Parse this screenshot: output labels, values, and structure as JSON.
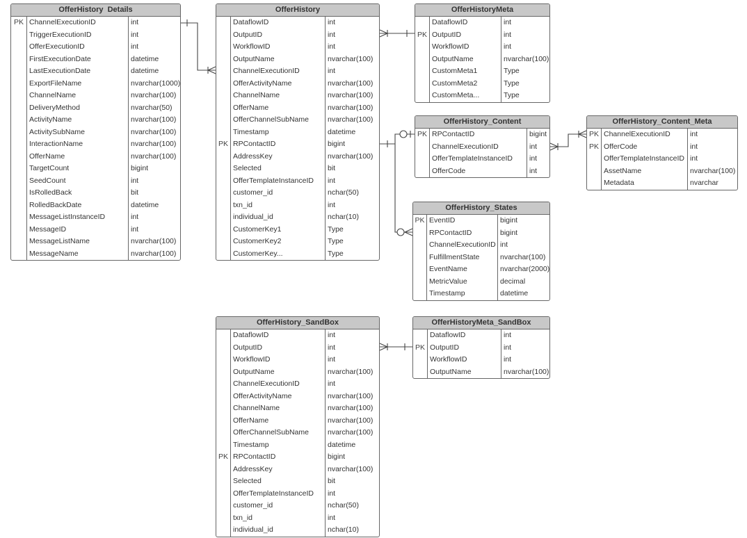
{
  "entities": [
    {
      "id": "offerhistory-details",
      "title": "OfferHistory  Details",
      "fields": [
        {
          "key": "PK",
          "name": "ChannelExecutionID",
          "type": "int"
        },
        {
          "key": "",
          "name": "TriggerExecutionID",
          "type": "int"
        },
        {
          "key": "",
          "name": "OfferExecutionID",
          "type": "int"
        },
        {
          "key": "",
          "name": "FirstExecutionDate",
          "type": "datetime"
        },
        {
          "key": "",
          "name": "LastExecutionDate",
          "type": "datetime"
        },
        {
          "key": "",
          "name": "ExportFileName",
          "type": "nvarchar(1000)"
        },
        {
          "key": "",
          "name": "ChannelName",
          "type": "nvarchar(100)"
        },
        {
          "key": "",
          "name": "DeliveryMethod",
          "type": "nvarchar(50)"
        },
        {
          "key": "",
          "name": "ActivityName",
          "type": "nvarchar(100)"
        },
        {
          "key": "",
          "name": "ActivitySubName",
          "type": "nvarchar(100)"
        },
        {
          "key": "",
          "name": "InteractionName",
          "type": "nvarchar(100)"
        },
        {
          "key": "",
          "name": "OfferName",
          "type": "nvarchar(100)"
        },
        {
          "key": "",
          "name": "TargetCount",
          "type": "bigint"
        },
        {
          "key": "",
          "name": "SeedCount",
          "type": "int"
        },
        {
          "key": "",
          "name": "IsRolledBack",
          "type": "bit"
        },
        {
          "key": "",
          "name": "RolledBackDate",
          "type": "datetime"
        },
        {
          "key": "",
          "name": "MessageListInstanceID",
          "type": "int"
        },
        {
          "key": "",
          "name": "MessageID",
          "type": "int"
        },
        {
          "key": "",
          "name": "MessageListName",
          "type": "nvarchar(100)"
        },
        {
          "key": "",
          "name": "MessageName",
          "type": "nvarchar(100)"
        }
      ]
    },
    {
      "id": "offerhistory",
      "title": "OfferHistory",
      "fields": [
        {
          "key": "",
          "name": "DataflowID",
          "type": "int"
        },
        {
          "key": "",
          "name": "OutputID",
          "type": "int"
        },
        {
          "key": "",
          "name": "WorkflowID",
          "type": "int"
        },
        {
          "key": "",
          "name": "OutputName",
          "type": "nvarchar(100)"
        },
        {
          "key": "",
          "name": "ChannelExecutionID",
          "type": "int"
        },
        {
          "key": "",
          "name": "OfferActivityName",
          "type": "nvarchar(100)"
        },
        {
          "key": "",
          "name": "ChannelName",
          "type": "nvarchar(100)"
        },
        {
          "key": "",
          "name": "OfferName",
          "type": "nvarchar(100)"
        },
        {
          "key": "",
          "name": "OfferChannelSubName",
          "type": "nvarchar(100)"
        },
        {
          "key": "",
          "name": "Timestamp",
          "type": "datetime"
        },
        {
          "key": "PK",
          "name": "RPContactID",
          "type": "bigint"
        },
        {
          "key": "",
          "name": "AddressKey",
          "type": "nvarchar(100)"
        },
        {
          "key": "",
          "name": "Selected",
          "type": "bit"
        },
        {
          "key": "",
          "name": "OfferTemplateInstanceID",
          "type": "int"
        },
        {
          "key": "",
          "name": "customer_id",
          "type": "nchar(50)"
        },
        {
          "key": "",
          "name": "txn_id",
          "type": "int"
        },
        {
          "key": "",
          "name": "individual_id",
          "type": "nchar(10)"
        },
        {
          "key": "",
          "name": "CustomerKey1",
          "type": "Type"
        },
        {
          "key": "",
          "name": "CustomerKey2",
          "type": "Type"
        },
        {
          "key": "",
          "name": "CustomerKey...",
          "type": "Type"
        }
      ]
    },
    {
      "id": "offerhistorymeta",
      "title": "OfferHistoryMeta",
      "fields": [
        {
          "key": "",
          "name": "DataflowID",
          "type": "int"
        },
        {
          "key": "PK",
          "name": "OutputID",
          "type": "int"
        },
        {
          "key": "",
          "name": "WorkflowID",
          "type": "int"
        },
        {
          "key": "",
          "name": "OutputName",
          "type": "nvarchar(100)"
        },
        {
          "key": "",
          "name": "CustomMeta1",
          "type": "Type"
        },
        {
          "key": "",
          "name": "CustomMeta2",
          "type": "Type"
        },
        {
          "key": "",
          "name": "CustomMeta...",
          "type": "Type"
        }
      ]
    },
    {
      "id": "offerhistory-content",
      "title": "OfferHistory_Content",
      "fields": [
        {
          "key": "PK",
          "name": "RPContactID",
          "type": "bigint"
        },
        {
          "key": "",
          "name": "ChannelExecutionID",
          "type": "int"
        },
        {
          "key": "",
          "name": "OfferTemplateInstanceID",
          "type": "int"
        },
        {
          "key": "",
          "name": "OfferCode",
          "type": "int"
        }
      ]
    },
    {
      "id": "offerhistory-content-meta",
      "title": "OfferHistory_Content_Meta",
      "fields": [
        {
          "key": "PK",
          "name": "ChannelExecutionID",
          "type": "int"
        },
        {
          "key": "PK",
          "name": "OfferCode",
          "type": "int"
        },
        {
          "key": "",
          "name": "OfferTemplateInstanceID",
          "type": "int"
        },
        {
          "key": "",
          "name": "AssetName",
          "type": "nvarchar(100)"
        },
        {
          "key": "",
          "name": "Metadata",
          "type": "nvarchar"
        }
      ]
    },
    {
      "id": "offerhistory-states",
      "title": "OfferHistory_States",
      "fields": [
        {
          "key": "PK",
          "name": "EventID",
          "type": "bigint"
        },
        {
          "key": "",
          "name": "RPContactID",
          "type": "bigint"
        },
        {
          "key": "",
          "name": "ChannelExecutionID",
          "type": "int"
        },
        {
          "key": "",
          "name": "FulfillmentState",
          "type": "nvarchar(100)"
        },
        {
          "key": "",
          "name": "EventName",
          "type": "nvarchar(2000)"
        },
        {
          "key": "",
          "name": "MetricValue",
          "type": "decimal"
        },
        {
          "key": "",
          "name": "Timestamp",
          "type": "datetime"
        }
      ]
    },
    {
      "id": "offerhistory-sandbox",
      "title": "OfferHistory_SandBox",
      "fields": [
        {
          "key": "",
          "name": "DataflowID",
          "type": "int"
        },
        {
          "key": "",
          "name": "OutputID",
          "type": "int"
        },
        {
          "key": "",
          "name": "WorkflowID",
          "type": "int"
        },
        {
          "key": "",
          "name": "OutputName",
          "type": "nvarchar(100)"
        },
        {
          "key": "",
          "name": "ChannelExecutionID",
          "type": "int"
        },
        {
          "key": "",
          "name": "OfferActivityName",
          "type": "nvarchar(100)"
        },
        {
          "key": "",
          "name": "ChannelName",
          "type": "nvarchar(100)"
        },
        {
          "key": "",
          "name": "OfferName",
          "type": "nvarchar(100)"
        },
        {
          "key": "",
          "name": "OfferChannelSubName",
          "type": "nvarchar(100)"
        },
        {
          "key": "",
          "name": "Timestamp",
          "type": "datetime"
        },
        {
          "key": "PK",
          "name": "RPContactID",
          "type": "bigint"
        },
        {
          "key": "",
          "name": "AddressKey",
          "type": "nvarchar(100)"
        },
        {
          "key": "",
          "name": "Selected",
          "type": "bit"
        },
        {
          "key": "",
          "name": "OfferTemplateInstanceID",
          "type": "int"
        },
        {
          "key": "",
          "name": "customer_id",
          "type": "nchar(50)"
        },
        {
          "key": "",
          "name": "txn_id",
          "type": "int"
        },
        {
          "key": "",
          "name": "individual_id",
          "type": "nchar(10)"
        }
      ]
    },
    {
      "id": "offerhistorymeta-sandbox",
      "title": "OfferHistoryMeta_SandBox",
      "fields": [
        {
          "key": "",
          "name": "DataflowID",
          "type": "int"
        },
        {
          "key": "PK",
          "name": "OutputID",
          "type": "int"
        },
        {
          "key": "",
          "name": "WorkflowID",
          "type": "int"
        },
        {
          "key": "",
          "name": "OutputName",
          "type": "nvarchar(100)"
        }
      ]
    }
  ],
  "relationships": [
    {
      "from": "offerhistory-details",
      "to": "offerhistory",
      "cardinality": "one-to-many"
    },
    {
      "from": "offerhistory",
      "to": "offerhistorymeta",
      "cardinality": "many-to-one"
    },
    {
      "from": "offerhistory",
      "to": "offerhistory-content",
      "cardinality": "one-to-zero-or-one"
    },
    {
      "from": "offerhistory",
      "to": "offerhistory-states",
      "cardinality": "one-to-zero-or-many"
    },
    {
      "from": "offerhistory-content",
      "to": "offerhistory-content-meta",
      "cardinality": "many-to-many"
    },
    {
      "from": "offerhistory-sandbox",
      "to": "offerhistorymeta-sandbox",
      "cardinality": "many-to-one"
    }
  ]
}
